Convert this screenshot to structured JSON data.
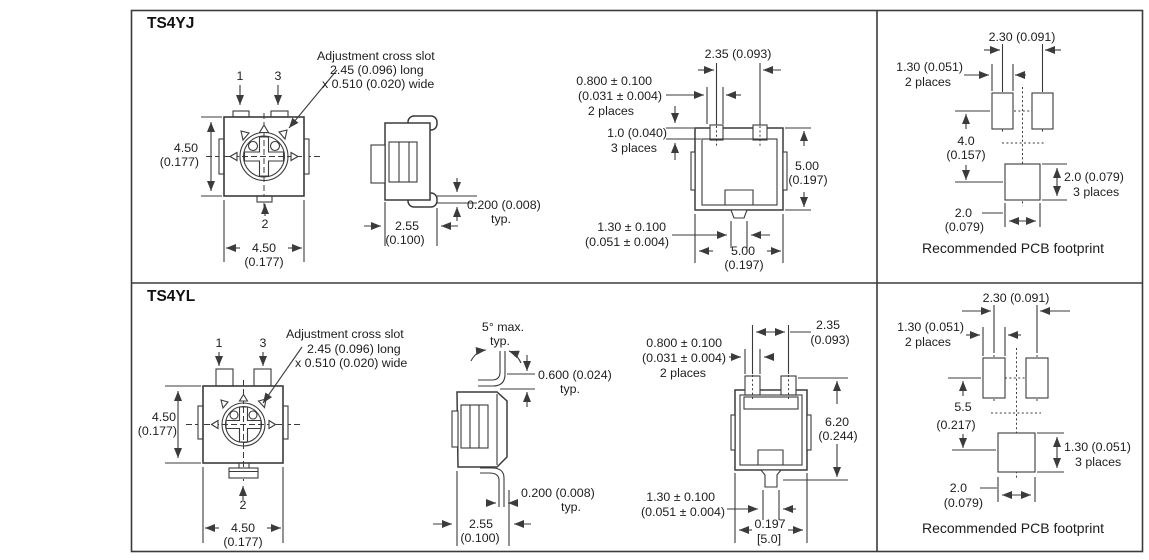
{
  "page": {
    "bg": "#ffffff",
    "line_color": "#3b3b3b",
    "text_color": "#1d1d1d"
  },
  "ts4yj": {
    "title": "TS4YJ",
    "top": {
      "pin1": "1",
      "pin3": "3",
      "pin2": "2",
      "h_mm": "4.50",
      "h_in": "(0.177)",
      "w_mm": "4.50",
      "w_in": "(0.177)",
      "slot1": "Adjustment cross slot",
      "slot2": "2.45 (0.096) long",
      "slot3": "x 0.510 (0.020) wide"
    },
    "side": {
      "d_mm": "2.55",
      "d_in": "(0.100)",
      "standoff": "0.200 (0.008)",
      "standoff_typ": "typ."
    },
    "bottom": {
      "pitch": "2.35 (0.093)",
      "pin_mm": "0.800 ± 0.100",
      "pin_in": "(0.031 ± 0.004)",
      "pin_places": "2 places",
      "wall": "1.0 (0.040)",
      "wall_places": "3 places",
      "h_mm": "5.00",
      "h_in": "(0.197)",
      "pin2_mm": "1.30 ± 0.100",
      "pin2_in": "(0.051 ± 0.004)",
      "w_mm": "5.00",
      "w_in": "(0.197)"
    },
    "fp": {
      "pitch": "2.30 (0.091)",
      "pad_w": "1.30 (0.051)",
      "pad_w_places": "2 places",
      "row_mm": "4.0",
      "row_in": "(0.157)",
      "pad_h": "2.0 (0.079)",
      "pad_h_places": "3 places",
      "pad2_mm": "2.0",
      "pad2_in": "(0.079)",
      "caption": "Recommended PCB footprint"
    }
  },
  "ts4yl": {
    "title": "TS4YL",
    "top": {
      "pin1": "1",
      "pin3": "3",
      "pin2": "2",
      "h_mm": "4.50",
      "h_in": "(0.177)",
      "w_mm": "4.50",
      "w_in": "(0.177)",
      "slot1": "Adjustment cross slot",
      "slot2": "2.45 (0.096) long",
      "slot3": "x 0.510 (0.020) wide"
    },
    "side": {
      "angle": "5° max.",
      "angle_typ": "typ.",
      "lead_h": "0.600 (0.024)",
      "lead_h_typ": "typ.",
      "lead_t": "0.200 (0.008)",
      "lead_t_typ": "typ.",
      "d_mm": "2.55",
      "d_in": "(0.100)"
    },
    "bottom": {
      "pitch_mm": "2.35",
      "pitch_in": "(0.093)",
      "pin_mm": "0.800 ± 0.100",
      "pin_in": "(0.031 ± 0.004)",
      "pin_places": "2 places",
      "h_mm": "6.20",
      "h_in": "(0.244)",
      "pin2_mm": "1.30 ± 0.100",
      "pin2_in": "(0.051 ± 0.004)",
      "w_in": "0.197",
      "w_mm": "[5.0]"
    },
    "fp": {
      "pitch": "2.30 (0.091)",
      "pad_w": "1.30 (0.051)",
      "pad_w_places": "2 places",
      "row_mm": "5.5",
      "row_in": "(0.217)",
      "pad_h": "1.30 (0.051)",
      "pad_h_places": "3 places",
      "pad2_mm": "2.0",
      "pad2_in": "(0.079)",
      "caption": "Recommended PCB footprint"
    }
  }
}
